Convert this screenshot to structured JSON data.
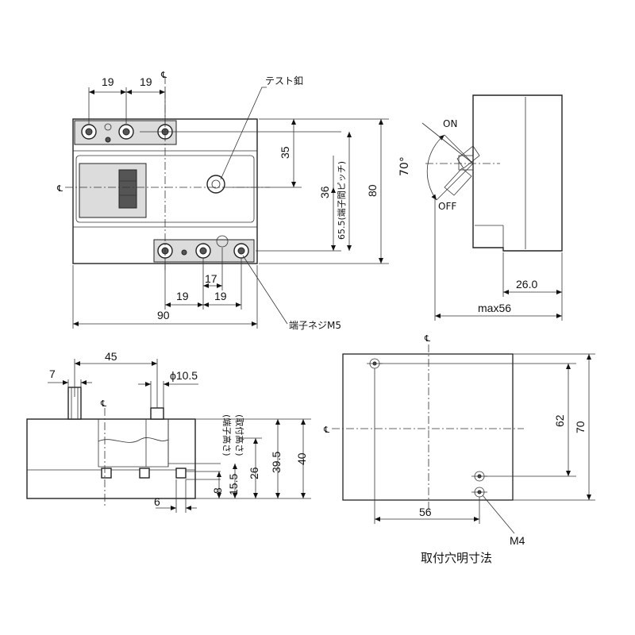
{
  "front_view": {
    "dims": {
      "top_pitch_left": "19",
      "top_pitch_right": "19",
      "bottom_17": "17",
      "bottom_pitch_left": "19",
      "bottom_pitch_right": "19",
      "width": "90",
      "depth_35": "35",
      "depth_36": "36",
      "pitch_65_5": "65.5(端子間ピッチ)",
      "height": "80"
    },
    "labels": {
      "test_button": "テスト釦",
      "terminal_screw": "端子ネジM5"
    },
    "centerline_symbol": "℄"
  },
  "side_view": {
    "dims": {
      "angle": "70°",
      "depth_26": "26.0",
      "max_depth": "max56"
    },
    "labels": {
      "on": "ON",
      "off": "OFF"
    }
  },
  "bottom_view": {
    "dims": {
      "offset_7": "7",
      "spacing_45": "45",
      "diameter": "ϕ10.5",
      "height_8": "8",
      "height_15_5": "15.5",
      "height_26": "26",
      "height_39_5": "39.5",
      "height_40": "40",
      "terminal_6": "6"
    },
    "labels": {
      "terminal_height": "(端子高さ)",
      "mount_height": "(取付高さ)"
    }
  },
  "mounting_view": {
    "dims": {
      "hole_62": "62",
      "outer_70": "70",
      "width_56": "56",
      "screw": "M4"
    },
    "caption": "取付穴明寸法"
  }
}
